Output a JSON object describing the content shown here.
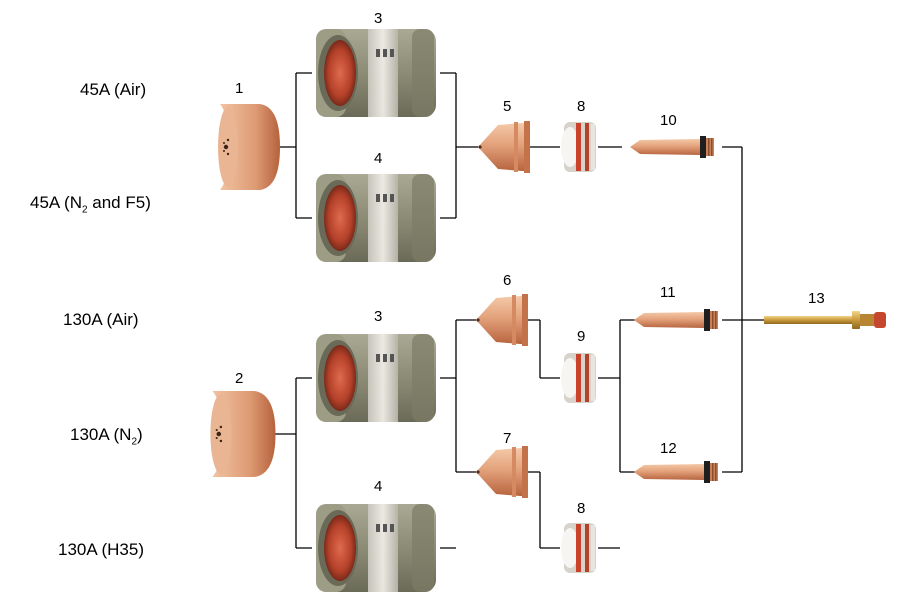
{
  "left_labels": {
    "a": "45A (Air)",
    "b_pre": "45A (N",
    "b_sub": "2",
    "b_post": " and F5)",
    "c": "130A (Air)",
    "d_pre": "130A (N",
    "d_sub": "2",
    "d_post": ")",
    "e": "130A (H35)"
  },
  "part_numbers": {
    "p1": "1",
    "p2": "2",
    "p3a": "3",
    "p4a": "4",
    "p3b": "3",
    "p4b": "4",
    "p5": "5",
    "p6": "6",
    "p7": "7",
    "p8a": "8",
    "p9": "9",
    "p8b": "8",
    "p10": "10",
    "p11": "11",
    "p12": "12",
    "p13": "13"
  },
  "colors": {
    "copper": "#e2a07a",
    "copper_dark": "#b8643e",
    "olive": "#8a8a74",
    "olive_dark": "#5e5e4e",
    "red_interior": "#b5412a",
    "ring_white": "#f2f0ec",
    "ring_red": "#c9422c",
    "brass": "#c99a3a",
    "line": "#000000"
  }
}
